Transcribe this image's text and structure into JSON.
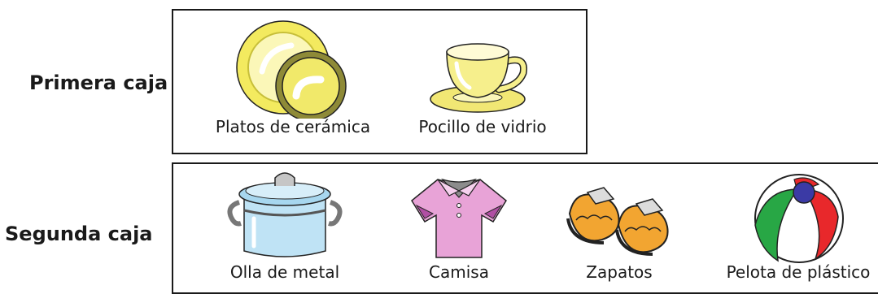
{
  "rows": [
    {
      "label": "Primera caja",
      "items": [
        {
          "label": "Platos de cerámica",
          "icon": "ceramic-plates-icon"
        },
        {
          "label": "Pocillo de vidrio",
          "icon": "glass-cup-icon"
        }
      ]
    },
    {
      "label": "Segunda caja",
      "items": [
        {
          "label": "Olla de metal",
          "icon": "metal-pot-icon"
        },
        {
          "label": "Camisa",
          "icon": "shirt-icon"
        },
        {
          "label": "Zapatos",
          "icon": "shoes-icon"
        },
        {
          "label": "Pelota de plástico",
          "icon": "plastic-ball-icon"
        }
      ]
    }
  ],
  "colors": {
    "plate_yellow": "#f3ea5f",
    "cup_yellow": "#f6ef8c",
    "pot_blue": "#bfe3f5",
    "shirt_pink": "#e8a3d7",
    "shoe_orange": "#f2a531",
    "ball_green": "#28a745",
    "ball_red": "#e8282b",
    "ball_blue": "#3b3aa5"
  }
}
